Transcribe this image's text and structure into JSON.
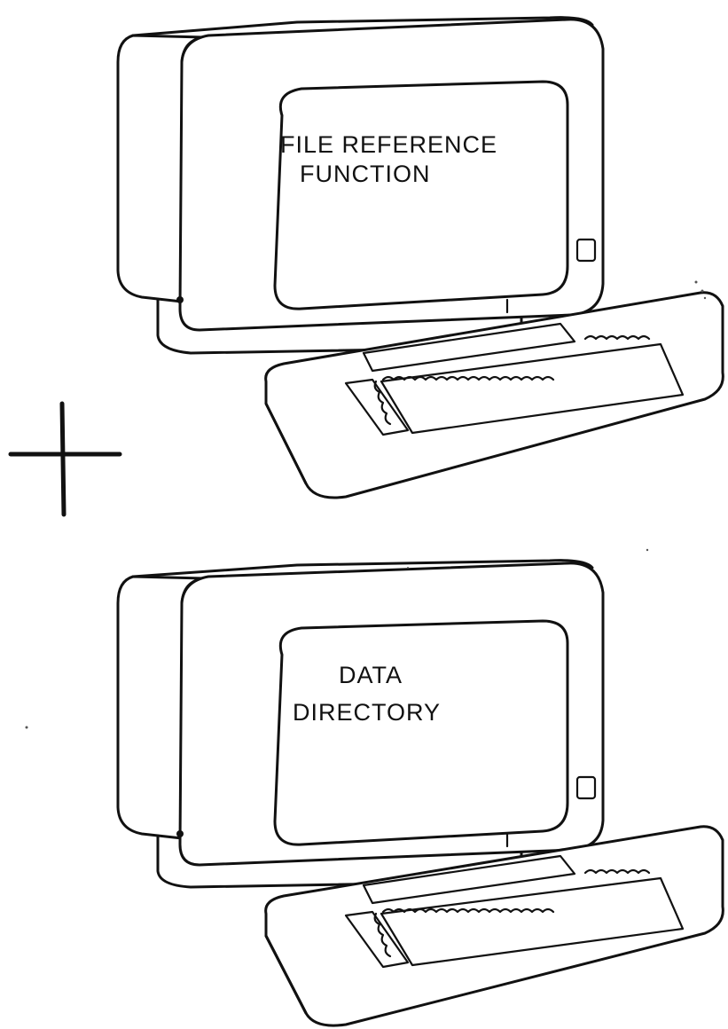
{
  "terminals": [
    {
      "name": "top-terminal",
      "screen_lines": [
        "FILE REFERENCE",
        "FUNCTION"
      ]
    },
    {
      "name": "bottom-terminal",
      "screen_lines": [
        "DATA",
        "DIRECTORY"
      ]
    }
  ],
  "connector_symbol": "plus-sign",
  "colors": {
    "ink": "#111111",
    "paper": "#ffffff"
  }
}
